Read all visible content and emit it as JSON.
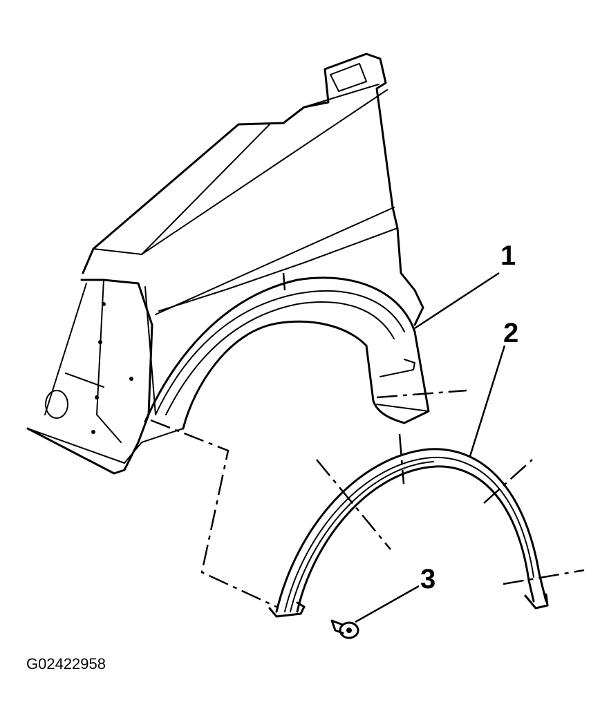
{
  "figure": {
    "id_label": "G02422958",
    "callouts": [
      {
        "number": "1"
      },
      {
        "number": "2"
      },
      {
        "number": "3"
      }
    ]
  },
  "icons": {
    "fender": "front-fender-icon",
    "flare": "wheel-opening-molding-icon",
    "fastener": "push-pin-fastener-icon"
  }
}
